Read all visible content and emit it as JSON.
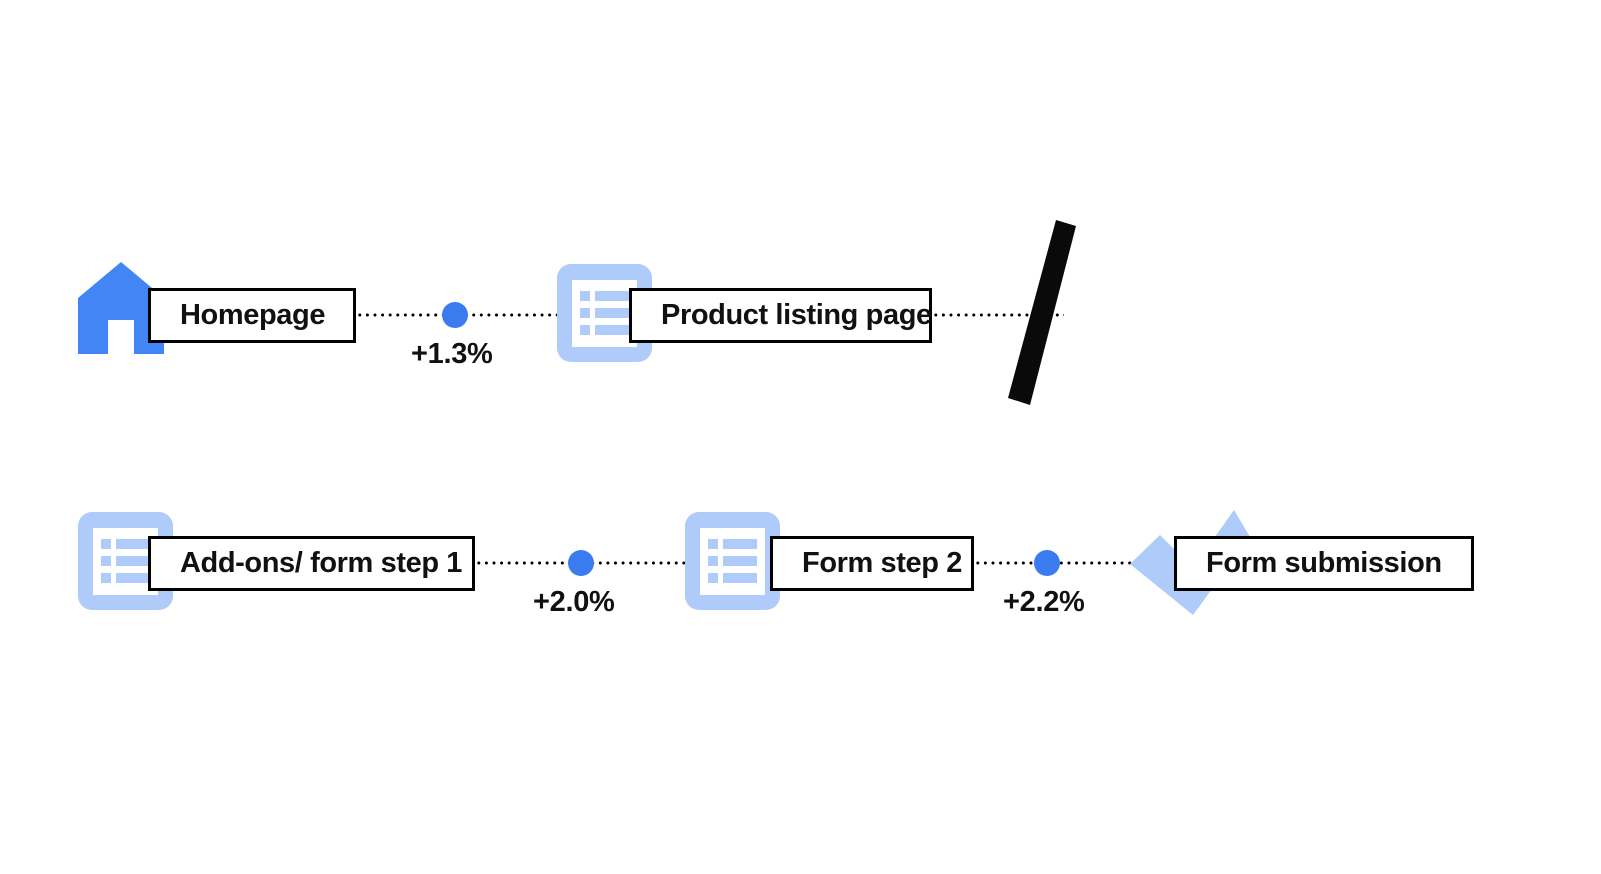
{
  "diagram": {
    "title": "Conversion funnel step lift diagram",
    "background_color": "#ffffff",
    "accent_color": "#3b7bf0",
    "icon_tint_color": "#aecbfa",
    "box_border_color": "#000000",
    "text_color": "#111111"
  },
  "rows": [
    {
      "id": "row-1",
      "nodes": [
        {
          "label": "Homepage",
          "icon": "home-icon"
        },
        {
          "label": "Product listing page",
          "icon": "list-document-icon"
        }
      ],
      "connectors": [
        {
          "lift": "+1.3%"
        }
      ],
      "break_marker": "slash-break-icon"
    },
    {
      "id": "row-2",
      "nodes": [
        {
          "label": "Add-ons/ form step 1",
          "icon": "list-document-icon"
        },
        {
          "label": "Form step 2",
          "icon": "list-document-icon"
        },
        {
          "label": "Form submission",
          "icon": "checkmark-icon"
        }
      ],
      "connectors": [
        {
          "lift": "+2.0%"
        },
        {
          "lift": "+2.2%"
        }
      ]
    }
  ],
  "chart_data": {
    "type": "diagram",
    "title": "Funnel step conversion lift",
    "steps": [
      "Homepage",
      "Product listing page",
      "Add-ons/ form step 1",
      "Form step 2",
      "Form submission"
    ],
    "transitions": [
      {
        "from": "Homepage",
        "to": "Product listing page",
        "lift": 1.3,
        "label": "+1.3%"
      },
      {
        "from": "Add-ons/ form step 1",
        "to": "Form step 2",
        "lift": 2.0,
        "label": "+2.0%"
      },
      {
        "from": "Form step 2",
        "to": "Form submission",
        "lift": 2.2,
        "label": "+2.2%"
      }
    ],
    "unit": "percent"
  }
}
